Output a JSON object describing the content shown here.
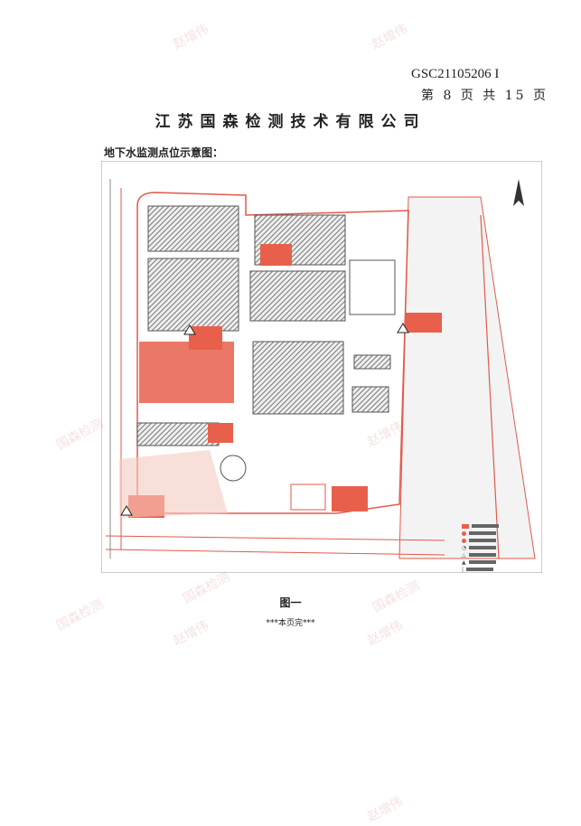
{
  "header": {
    "doc_number": "GSC21105206 I",
    "page_info": "第 8 页 共 15 页"
  },
  "company": "江苏国森检测技术有限公司",
  "map_title": "地下水监测点位示意图：",
  "figure_caption": "图一",
  "end_note": "***本页完***",
  "watermark": "赵增伟",
  "stamp_text": "国森检测",
  "colors": {
    "highlight": "#e8604c",
    "road": "#e05a4a",
    "hatch": "#777777"
  }
}
